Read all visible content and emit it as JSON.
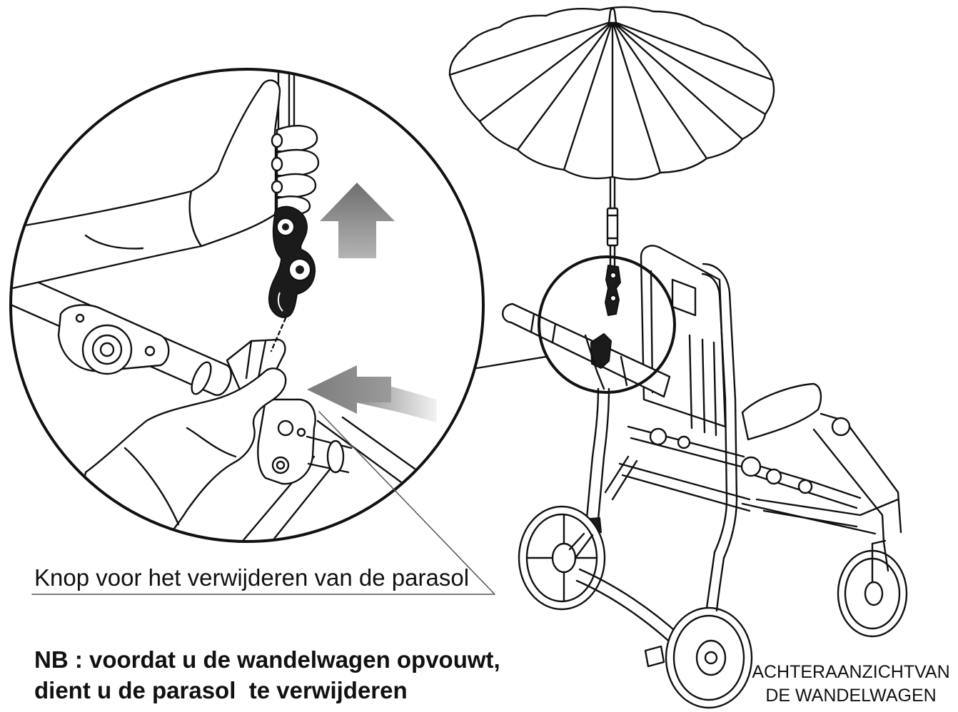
{
  "callout": {
    "label": "Knop voor het verwijderen van de parasol"
  },
  "note": {
    "line1": "NB : voordat u de wandelwagen opvouwt,",
    "line2": "dient u de parasol  te verwijderen"
  },
  "caption": {
    "line1": "ACHTERAANZICHTVAN",
    "line2": "DE WANDELWAGEN"
  },
  "icons": {
    "up_arrow": "up-arrow-icon",
    "left_arrow": "left-arrow-icon"
  },
  "colors": {
    "line": "#111111",
    "arrow": "#8c8c8c",
    "background": "#ffffff"
  }
}
